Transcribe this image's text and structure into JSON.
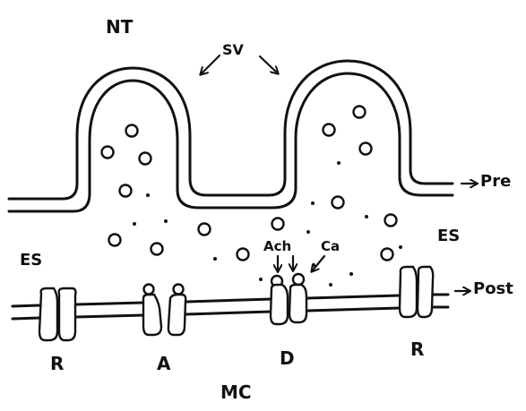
{
  "labels": {
    "nt": "NT",
    "sv": "SV",
    "pre": "Pre",
    "post": "Post",
    "es_left": "ES",
    "es_right": "ES",
    "ach": "Ach",
    "ca": "Ca",
    "r_left": "R",
    "a": "A",
    "d": "D",
    "r_right": "R",
    "mc": "MC"
  },
  "colors": {
    "ink": "#111111",
    "paper": "#ffffff"
  },
  "icons": {
    "pointer": "arrow-right-icon",
    "sv_pointer": "arrow-icon"
  }
}
